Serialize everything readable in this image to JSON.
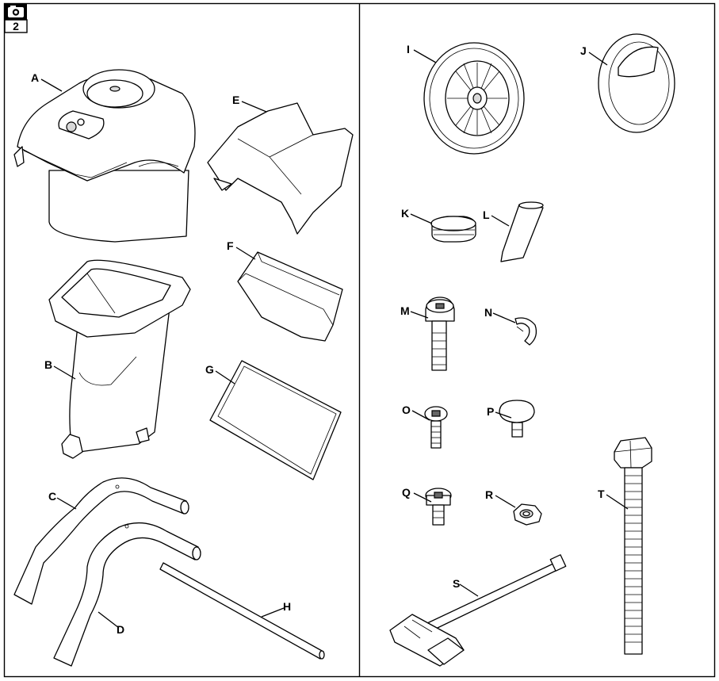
{
  "badge": {
    "number": "2"
  },
  "icons": {
    "camera": "camera-icon"
  },
  "labels": {
    "A": "A",
    "B": "B",
    "C": "C",
    "D": "D",
    "E": "E",
    "F": "F",
    "G": "G",
    "H": "H",
    "I": "I",
    "J": "J",
    "K": "K",
    "L": "L",
    "M": "M",
    "N": "N",
    "O": "O",
    "P": "P",
    "Q": "Q",
    "R": "R",
    "S": "S",
    "T": "T"
  }
}
